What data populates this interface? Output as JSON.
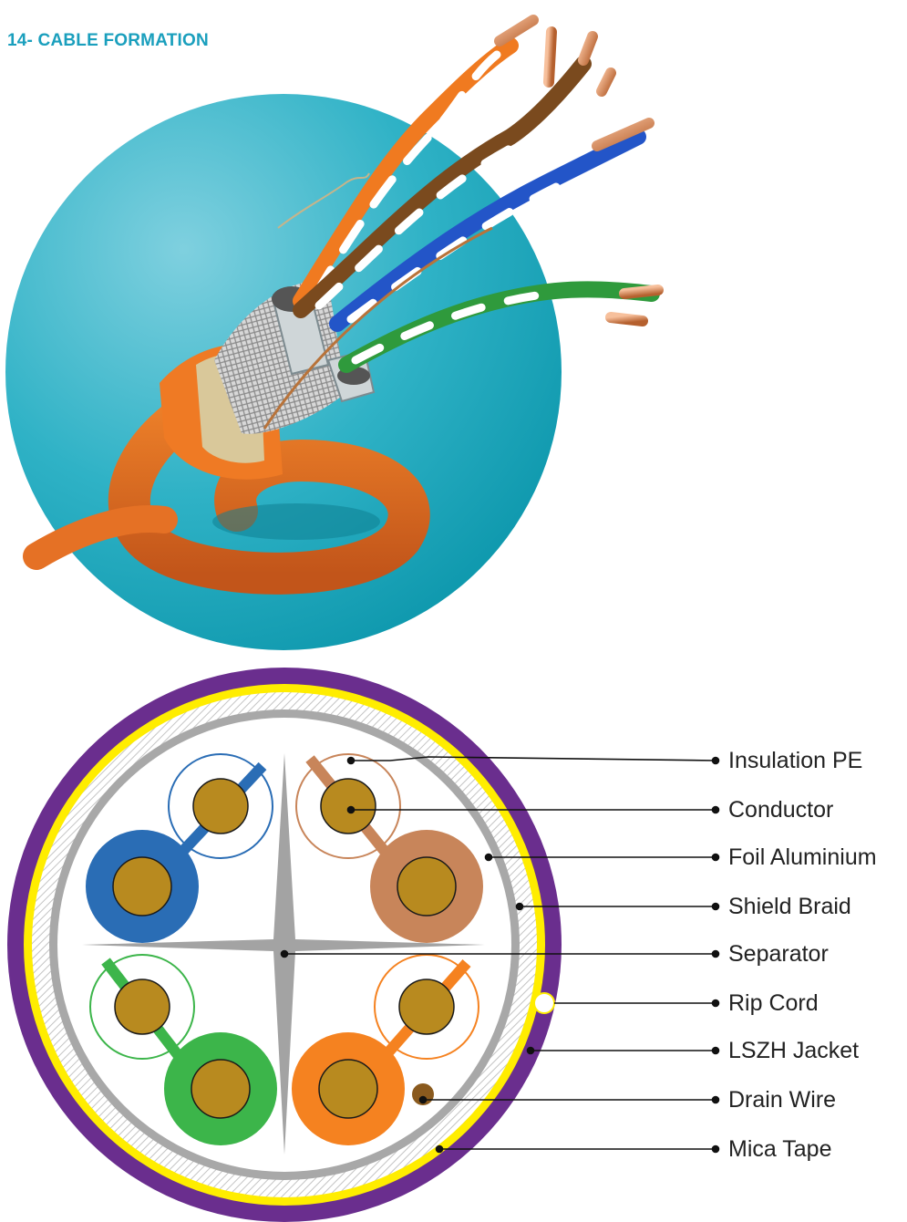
{
  "title": "14- CABLE FORMATION",
  "labels": [
    {
      "text": "Insulation PE"
    },
    {
      "text": "Conductor"
    },
    {
      "text": "Foil Aluminium"
    },
    {
      "text": "Shield Braid"
    },
    {
      "text": "Separator"
    },
    {
      "text": "Rip Cord"
    },
    {
      "text": "LSZH Jacket"
    },
    {
      "text": "Drain Wire"
    },
    {
      "text": "Mica Tape"
    }
  ],
  "icons": [
    "cable-photo-icon",
    "cable-cross-section-icon"
  ],
  "colors": {
    "title": "#1a9fbd",
    "jacket": "#6a2e8e",
    "mica_tape": "#ffed00",
    "foil": "#a8a8a8",
    "separator": "#a3a3a3",
    "conductor": "#b88a1f",
    "pair_blue": "#2a6db5",
    "pair_brown": "#c8855a",
    "pair_green": "#3cb54a",
    "pair_orange": "#f58220",
    "drain_wire": "#8a5a1e"
  }
}
